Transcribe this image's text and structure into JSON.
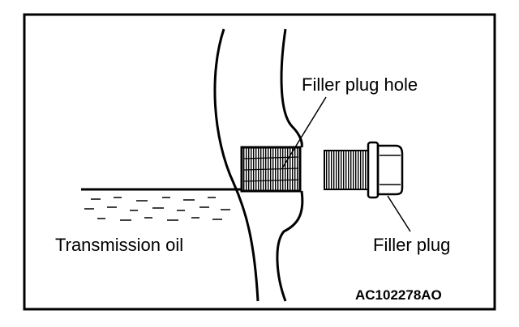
{
  "labels": {
    "filler_plug_hole": "Filler plug hole",
    "transmission_oil": "Transmission oil",
    "filler_plug": "Filler plug",
    "figure_code": "AC102278AO"
  }
}
